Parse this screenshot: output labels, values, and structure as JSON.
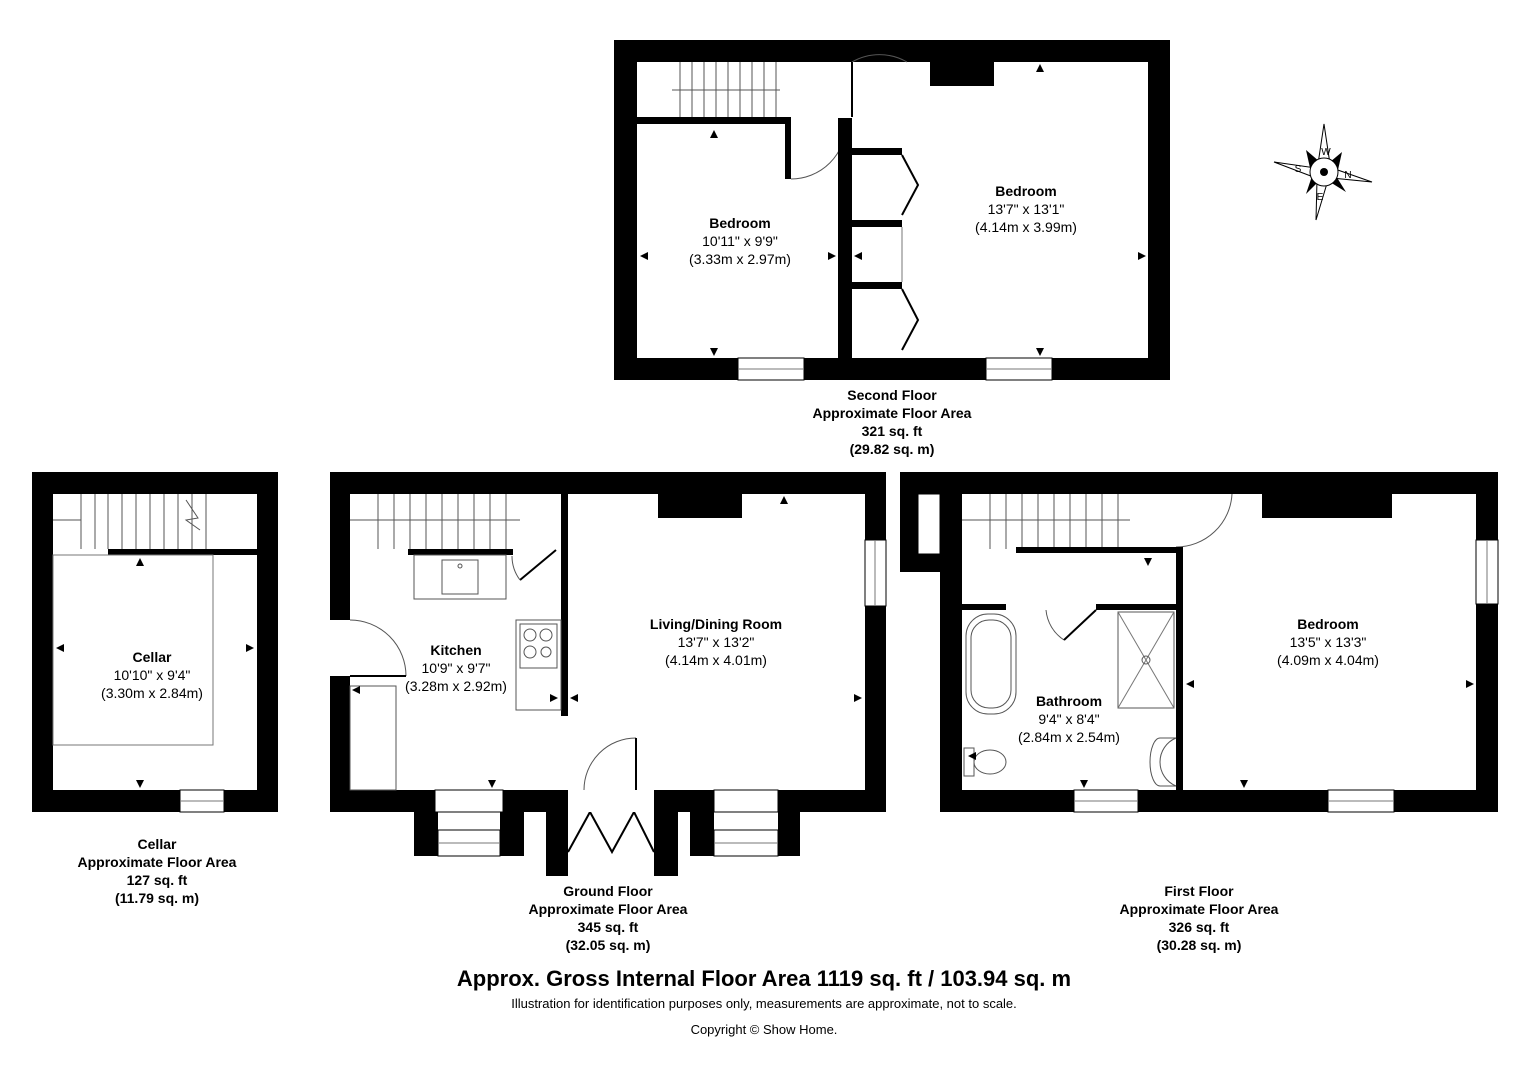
{
  "second_floor": {
    "rooms": [
      {
        "name": "Bedroom",
        "imperial": "10'11\" x 9'9\"",
        "metric": "(3.33m x 2.97m)"
      },
      {
        "name": "Bedroom",
        "imperial": "13'7\" x 13'1\"",
        "metric": "(4.14m x 3.99m)"
      }
    ],
    "title": "Second Floor",
    "area_label": "Approximate Floor Area",
    "area_sqft": "321 sq. ft",
    "area_sqm": "(29.82 sq. m)"
  },
  "cellar": {
    "rooms": [
      {
        "name": "Cellar",
        "imperial": "10'10\" x 9'4\"",
        "metric": "(3.30m x 2.84m)"
      }
    ],
    "title": "Cellar",
    "area_label": "Approximate Floor Area",
    "area_sqft": "127 sq. ft",
    "area_sqm": "(11.79 sq. m)"
  },
  "ground_floor": {
    "rooms": [
      {
        "name": "Kitchen",
        "imperial": "10'9\" x 9'7\"",
        "metric": "(3.28m x 2.92m)"
      },
      {
        "name": "Living/Dining Room",
        "imperial": "13'7\" x 13'2\"",
        "metric": "(4.14m x 4.01m)"
      }
    ],
    "title": "Ground Floor",
    "area_label": "Approximate Floor Area",
    "area_sqft": "345 sq. ft",
    "area_sqm": "(32.05 sq. m)"
  },
  "first_floor": {
    "rooms": [
      {
        "name": "Bathroom",
        "imperial": "9'4\" x 8'4\"",
        "metric": "(2.84m x 2.54m)"
      },
      {
        "name": "Bedroom",
        "imperial": "13'5\" x 13'3\"",
        "metric": "(4.09m x 4.04m)"
      }
    ],
    "title": "First Floor",
    "area_label": "Approximate Floor Area",
    "area_sqft": "326 sq. ft",
    "area_sqm": "(30.28 sq. m)"
  },
  "compass": {
    "labels": [
      "W",
      "N",
      "E",
      "S"
    ]
  },
  "footer": {
    "gross_area": "Approx. Gross Internal Floor Area 1119 sq. ft / 103.94 sq. m",
    "disclaimer": "Illustration for identification purposes only, measurements are approximate, not to scale.",
    "copyright": "Copyright © Show Home."
  },
  "colors": {
    "wall": "#000000",
    "fixture": "#555555",
    "background": "#ffffff"
  }
}
